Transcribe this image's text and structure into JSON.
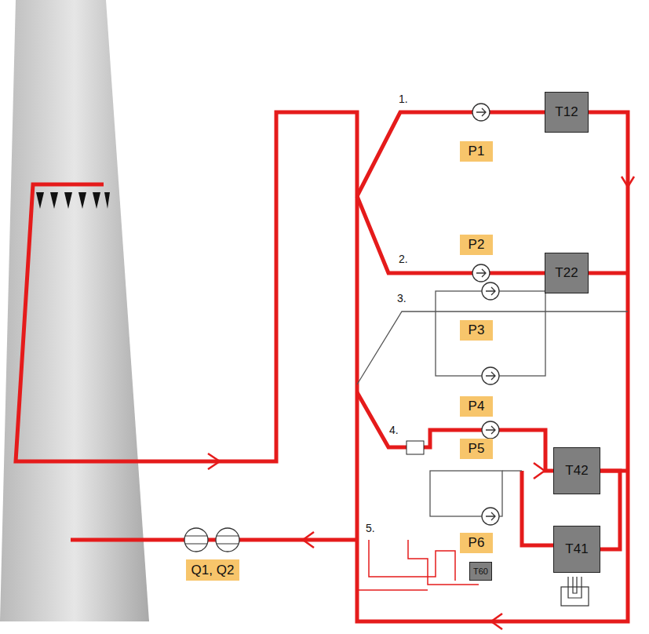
{
  "diagram": {
    "nodes": [
      {
        "text": [
          "P1"
        ]
      },
      {
        "text": [
          "T12"
        ]
      },
      {
        "text": [
          "P2"
        ]
      },
      {
        "text": [
          "T22"
        ]
      },
      {
        "text": [
          "P3"
        ]
      },
      {
        "text": [
          "P4"
        ]
      },
      {
        "text": [
          "P5"
        ]
      },
      {
        "text": [
          "T42"
        ]
      },
      {
        "text": [
          "P6"
        ]
      },
      {
        "text": [
          "T41"
        ]
      },
      {
        "text": [
          "Q1, Q2"
        ]
      },
      {
        "text": [
          "T60"
        ]
      }
    ],
    "edges": [
      {
        "from": 7,
        "to": 9,
        "arrow": "none"
      }
    ],
    "labels": [
      "1.",
      "2.",
      "3.",
      "4.",
      "5."
    ]
  }
}
